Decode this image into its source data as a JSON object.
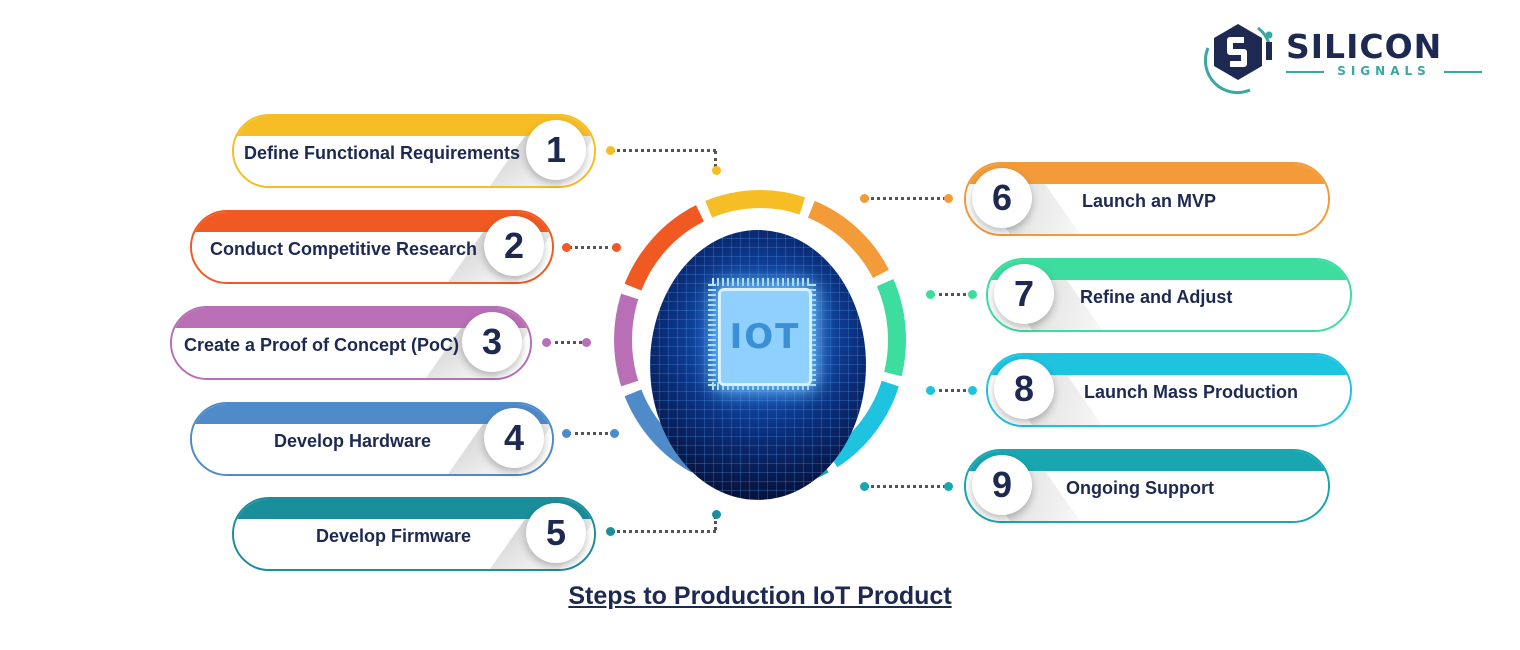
{
  "logo": {
    "name": "SILICON",
    "sub": "SIGNALS",
    "colors": {
      "navy": "#1d2951",
      "teal": "#3aa7a0"
    }
  },
  "steps": [
    {
      "number": "1",
      "label": "Define Functional Requirements",
      "color": "#f6bd25"
    },
    {
      "number": "2",
      "label": "Conduct Competitive Research",
      "color": "#f05a22"
    },
    {
      "number": "3",
      "label": "Create a Proof of Concept (PoC)",
      "color": "#b96fb5"
    },
    {
      "number": "4",
      "label": "Develop Hardware",
      "color": "#4f8bc9"
    },
    {
      "number": "5",
      "label": "Develop Firmware",
      "color": "#1b8e9b"
    },
    {
      "number": "6",
      "label": "Launch an MVP",
      "color": "#f29b38"
    },
    {
      "number": "7",
      "label": "Refine and Adjust",
      "color": "#3ddc9f"
    },
    {
      "number": "8",
      "label": "Launch Mass Production",
      "color": "#1ec3e0"
    },
    {
      "number": "9",
      "label": "Ongoing Support",
      "color": "#18a6b0"
    }
  ],
  "center": {
    "chip_text": "IOT"
  },
  "caption": "Steps to Production IoT Product"
}
